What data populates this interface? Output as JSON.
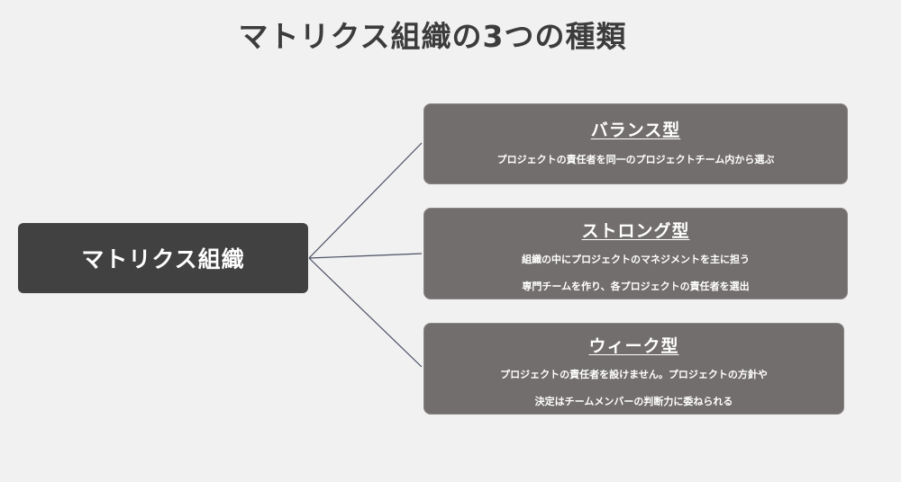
{
  "title": "マトリクス組織の3つの種類",
  "root": {
    "label": "マトリクス組織"
  },
  "types": [
    {
      "heading": "バランス型",
      "lines": [
        "プロジェクトの責任者を同一のプロジェクトチーム内から選ぶ"
      ]
    },
    {
      "heading": "ストロング型",
      "lines": [
        "組織の中にプロジェクトのマネジメントを主に担う",
        "専門チームを作り、各プロジェクトの責任者を選出"
      ]
    },
    {
      "heading": "ウィーク型",
      "lines": [
        "プロジェクトの責任者を設けません。プロジェクトの方針や",
        "決定はチームメンバーの判断力に委ねられる"
      ]
    }
  ],
  "colors": {
    "background": "#f1f1f1",
    "root_box": "#414141",
    "type_box": "#726e6d",
    "connector": "#4a4f63",
    "title_text": "#3c3c3c"
  }
}
